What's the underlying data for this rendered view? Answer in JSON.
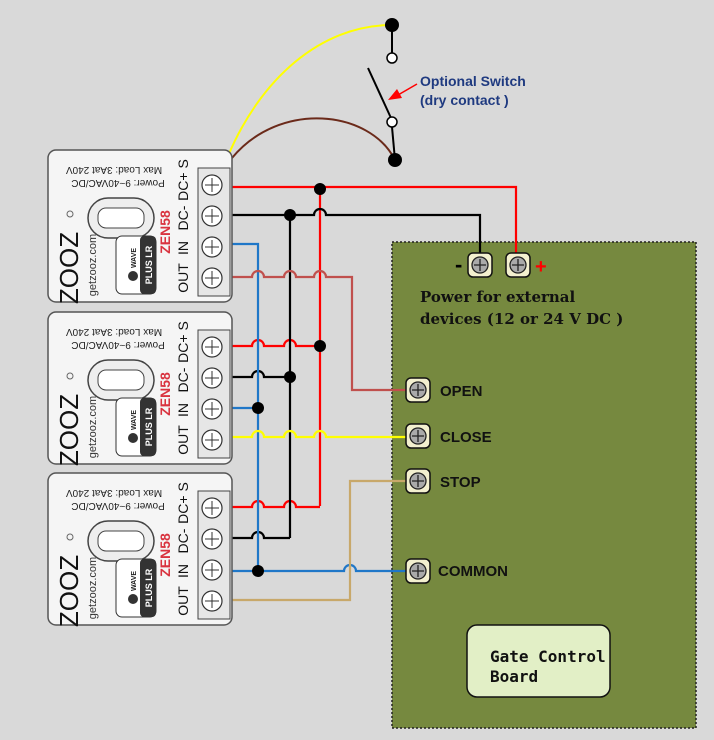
{
  "switch": {
    "label_line1": "Optional Switch",
    "label_line2": "(dry contact )",
    "label_color": "#1f3a80"
  },
  "module": {
    "brand": "ZOOZ",
    "website": "getzooz.com",
    "model": "ZEN58",
    "power": "Power: 9~40VAC/DC",
    "max_load": "Max Load: 3Aat 240V",
    "badge_top": "WAVE",
    "badge_main": "PLUS LR",
    "terminals": [
      "DC+ S",
      "DC-",
      "IN",
      "OUT"
    ]
  },
  "board": {
    "minus": "-",
    "plus": "+",
    "power_line1": "Power for external",
    "power_line2": "devices (12 or 24 V DC )",
    "terminals": [
      "OPEN",
      "CLOSE",
      "STOP",
      "COMMON"
    ],
    "gate_line1": "Gate Control",
    "gate_line2": "Board",
    "color": "#76893f"
  },
  "wire_colors": {
    "dc_plus": "#ff0000",
    "dc_minus": "#000000",
    "in": "#1f77c8",
    "open": "#c0504d",
    "close": "#ffff00",
    "stop": "#c8a86a",
    "switch_a": "#ffff00",
    "switch_b": "#6b2a1a"
  }
}
